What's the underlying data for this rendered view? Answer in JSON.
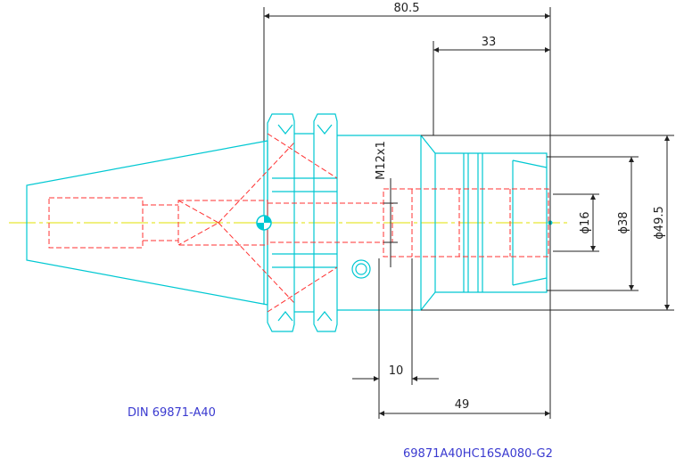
{
  "standard_label": "DIN 69871-A40",
  "part_number": "69871A40HC16SA080-G2",
  "dimensions": {
    "overall_length": "80.5",
    "nose_length": "33",
    "screw_thread": "M12x1",
    "collar_offset": "10",
    "reference_length": "49",
    "bore_diameter": "ϕ16",
    "nose_diameter": "ϕ38",
    "body_diameter": "ϕ49.5"
  },
  "colors": {
    "outline": "#00c8d2",
    "hidden": "#ff3030",
    "centerline": "#e0e000",
    "dimension": "#222222",
    "caption": "#3a3ad0"
  }
}
